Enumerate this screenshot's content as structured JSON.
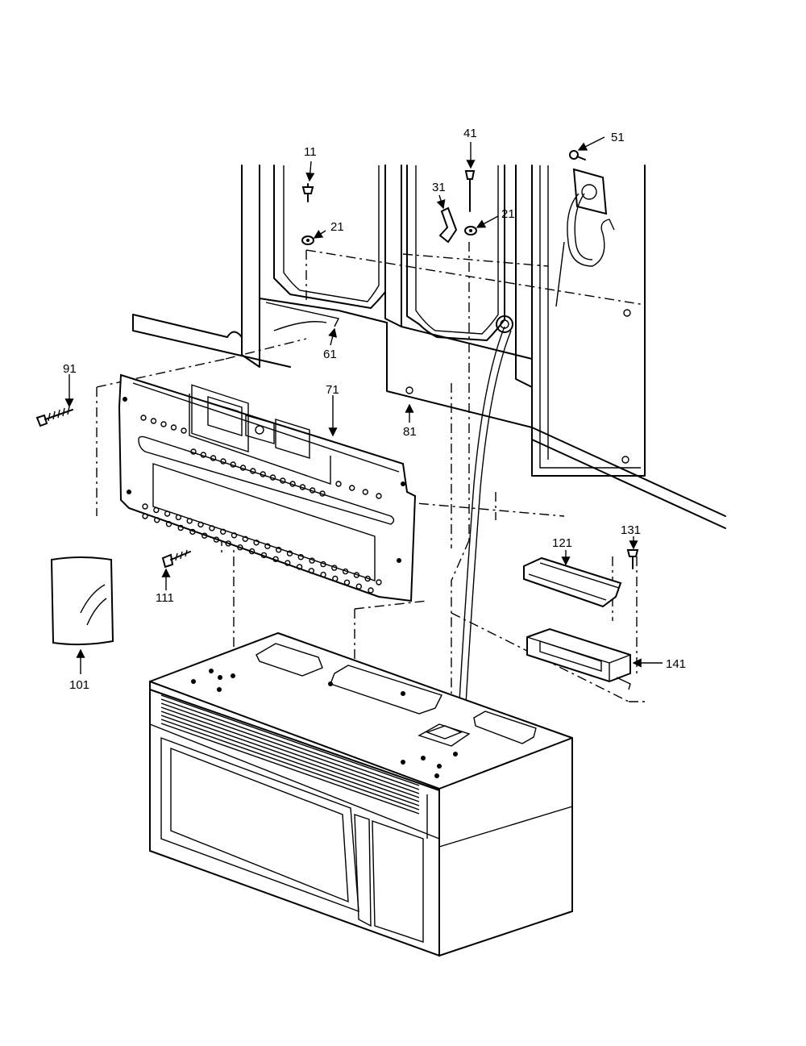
{
  "callouts": [
    {
      "id": "11",
      "label": "11"
    },
    {
      "id": "21a",
      "label": "21"
    },
    {
      "id": "31",
      "label": "31"
    },
    {
      "id": "41",
      "label": "41"
    },
    {
      "id": "21b",
      "label": "21"
    },
    {
      "id": "51",
      "label": "51"
    },
    {
      "id": "61",
      "label": "61"
    },
    {
      "id": "71",
      "label": "71"
    },
    {
      "id": "81",
      "label": "81"
    },
    {
      "id": "91",
      "label": "91"
    },
    {
      "id": "101",
      "label": "101"
    },
    {
      "id": "111",
      "label": "111"
    },
    {
      "id": "121",
      "label": "121"
    },
    {
      "id": "131",
      "label": "131"
    },
    {
      "id": "141",
      "label": "141"
    }
  ]
}
